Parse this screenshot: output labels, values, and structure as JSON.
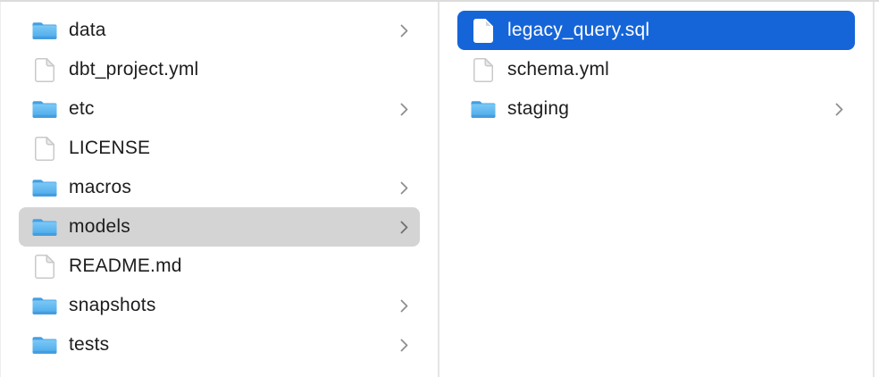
{
  "colors": {
    "selection_blue": "#1565d9",
    "selection_gray": "#d4d4d4",
    "divider": "#e5e5e5",
    "top_border": "#dcdcdc",
    "text": "#1d1d1f",
    "text_selected": "#ffffff",
    "chevron": "#8e8e8e",
    "folder_blue": "#55b0ec"
  },
  "columns": [
    {
      "name": "left",
      "items": [
        {
          "label": "data",
          "icon": "folder-icon",
          "has_chevron": true,
          "selection": null
        },
        {
          "label": "dbt_project.yml",
          "icon": "document-icon",
          "has_chevron": false,
          "selection": null
        },
        {
          "label": "etc",
          "icon": "folder-icon",
          "has_chevron": true,
          "selection": null
        },
        {
          "label": "LICENSE",
          "icon": "document-icon",
          "has_chevron": false,
          "selection": null
        },
        {
          "label": "macros",
          "icon": "folder-icon",
          "has_chevron": true,
          "selection": null
        },
        {
          "label": "models",
          "icon": "folder-icon",
          "has_chevron": true,
          "selection": "inactive"
        },
        {
          "label": "README.md",
          "icon": "document-icon",
          "has_chevron": false,
          "selection": null
        },
        {
          "label": "snapshots",
          "icon": "folder-icon",
          "has_chevron": true,
          "selection": null
        },
        {
          "label": "tests",
          "icon": "folder-icon",
          "has_chevron": true,
          "selection": null
        }
      ]
    },
    {
      "name": "right",
      "items": [
        {
          "label": "legacy_query.sql",
          "icon": "document-icon",
          "has_chevron": false,
          "selection": "active"
        },
        {
          "label": "schema.yml",
          "icon": "document-icon",
          "has_chevron": false,
          "selection": null
        },
        {
          "label": "staging",
          "icon": "folder-icon",
          "has_chevron": true,
          "selection": null
        }
      ]
    }
  ]
}
